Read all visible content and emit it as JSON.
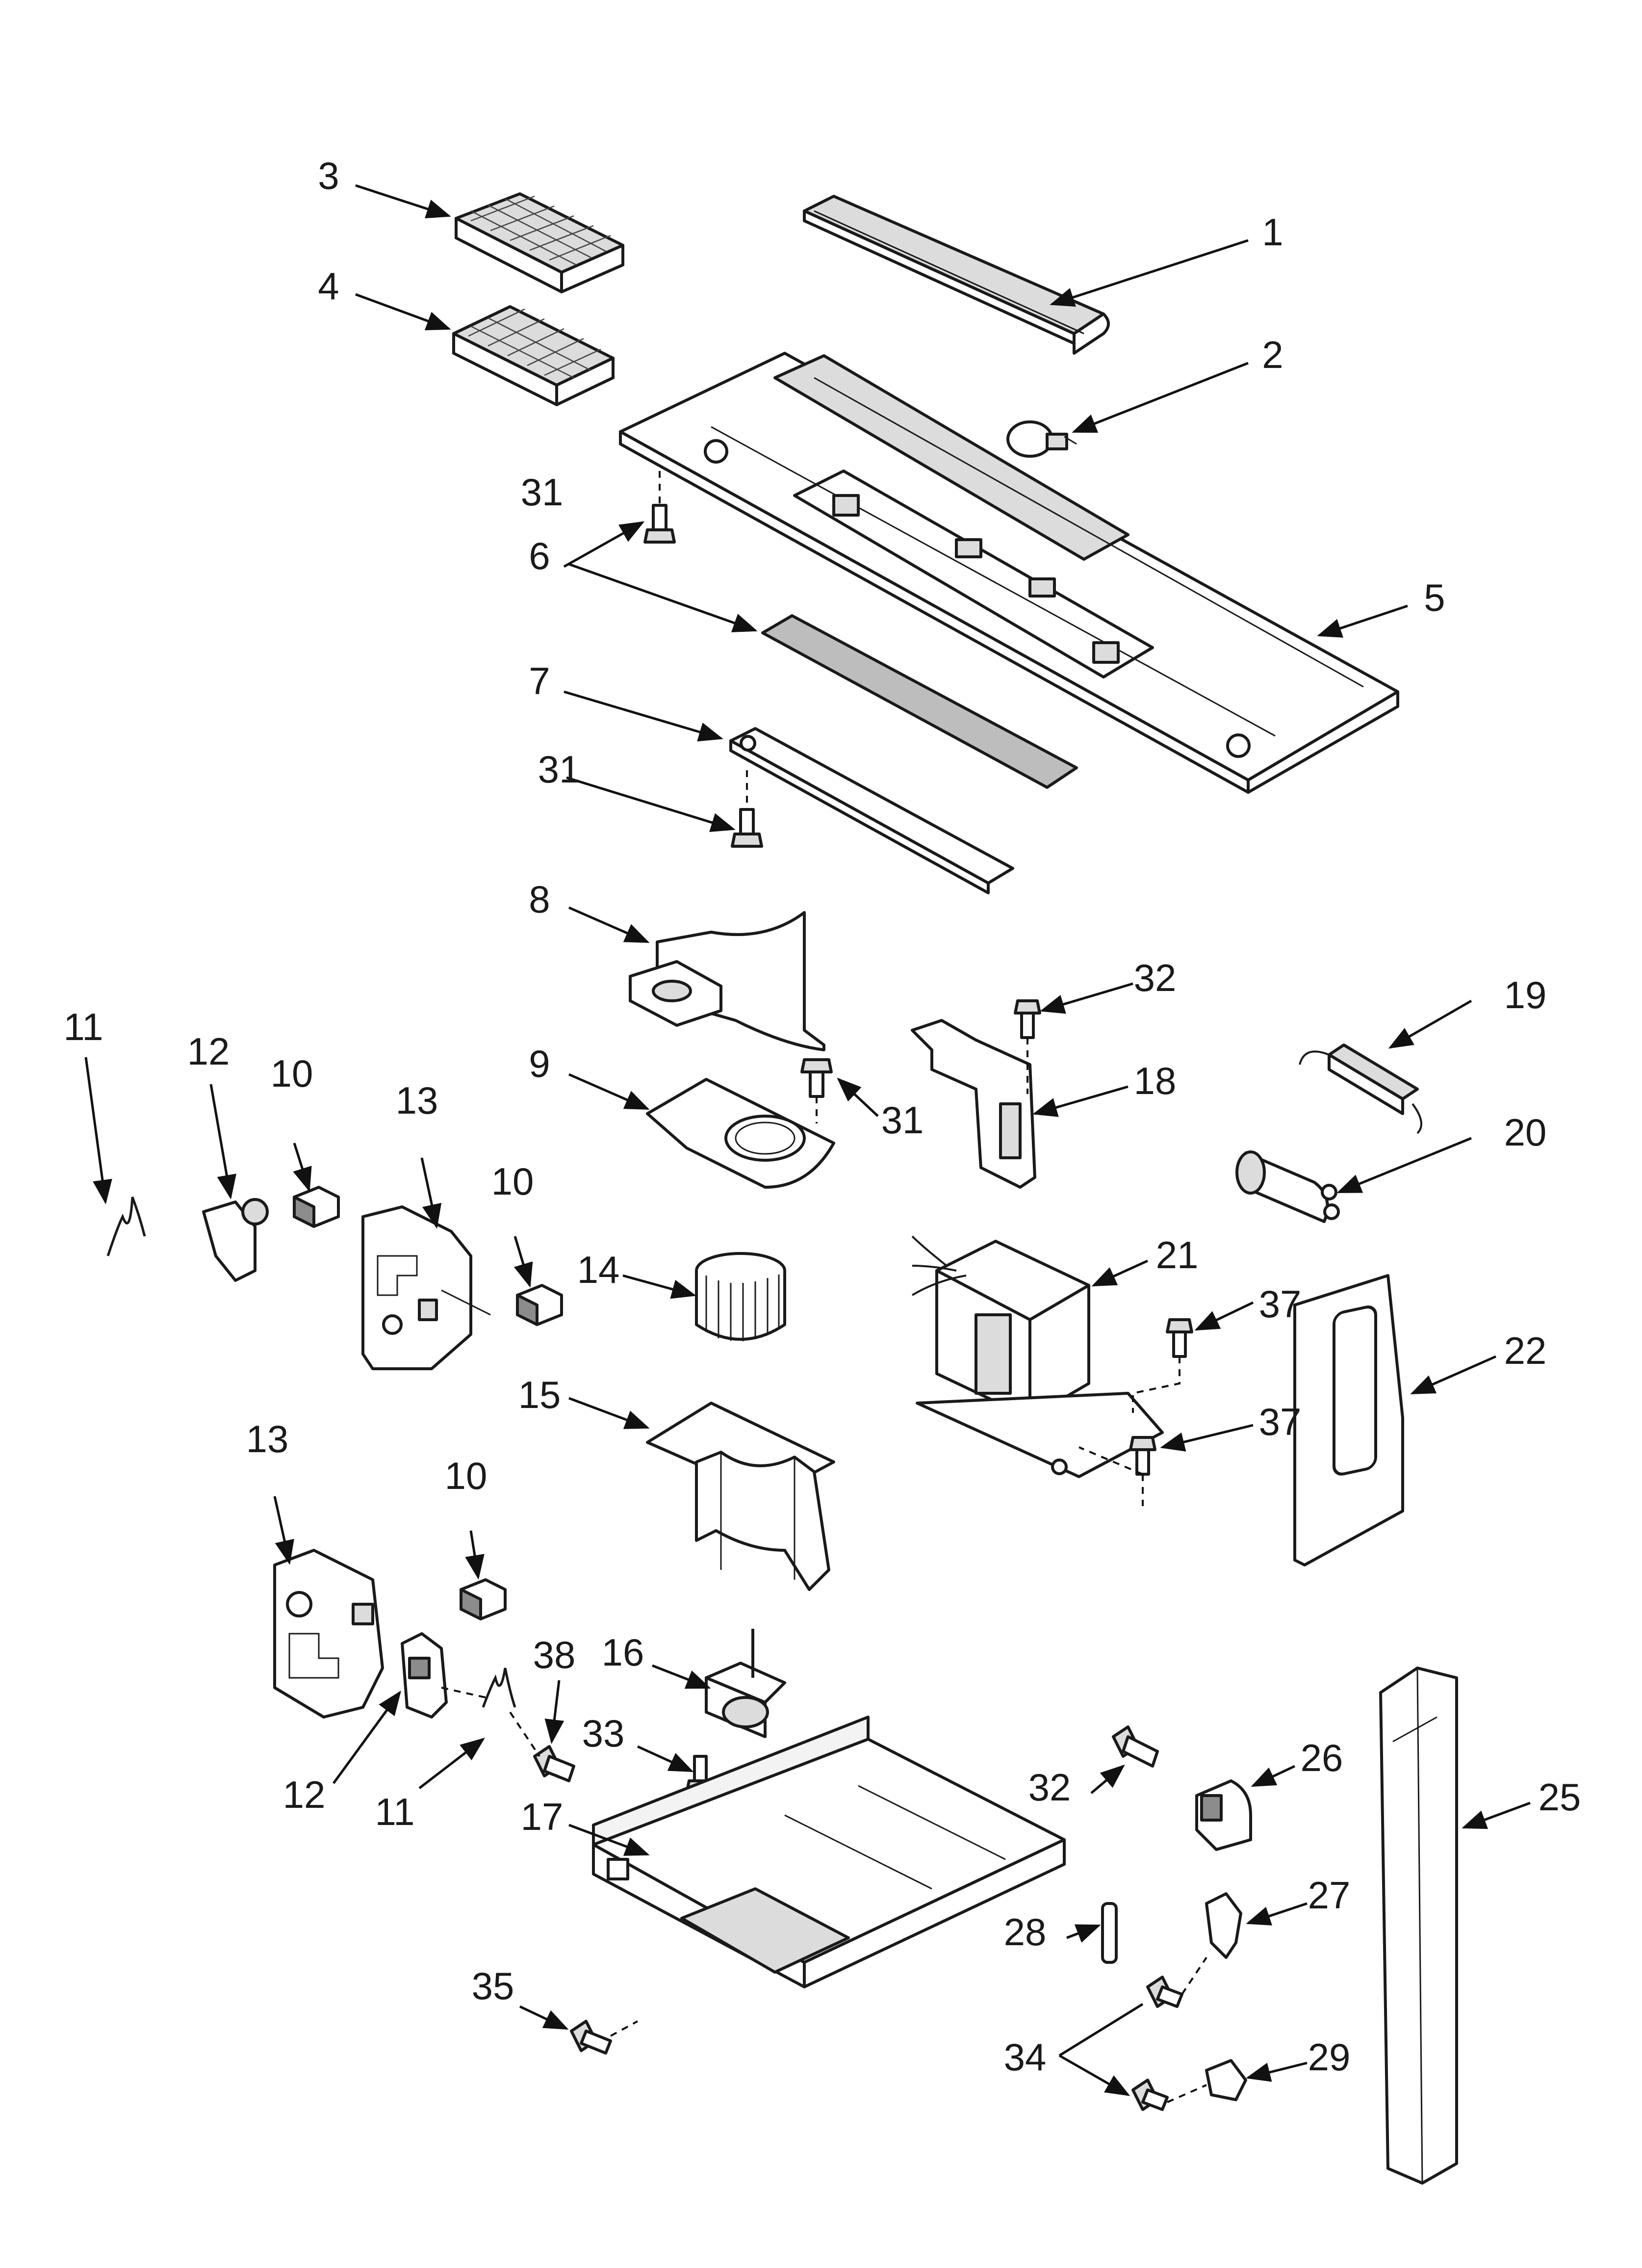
{
  "callouts": [
    {
      "id": "c1",
      "label": "1"
    },
    {
      "id": "c2",
      "label": "2"
    },
    {
      "id": "c3",
      "label": "3"
    },
    {
      "id": "c4",
      "label": "4"
    },
    {
      "id": "c5",
      "label": "5"
    },
    {
      "id": "c6",
      "label": "6"
    },
    {
      "id": "c7",
      "label": "7"
    },
    {
      "id": "c8",
      "label": "8"
    },
    {
      "id": "c9",
      "label": "9"
    },
    {
      "id": "c10a",
      "label": "10"
    },
    {
      "id": "c10b",
      "label": "10"
    },
    {
      "id": "c10c",
      "label": "10"
    },
    {
      "id": "c11a",
      "label": "11"
    },
    {
      "id": "c11b",
      "label": "11"
    },
    {
      "id": "c12a",
      "label": "12"
    },
    {
      "id": "c12b",
      "label": "12"
    },
    {
      "id": "c13a",
      "label": "13"
    },
    {
      "id": "c13b",
      "label": "13"
    },
    {
      "id": "c14",
      "label": "14"
    },
    {
      "id": "c15",
      "label": "15"
    },
    {
      "id": "c16",
      "label": "16"
    },
    {
      "id": "c17",
      "label": "17"
    },
    {
      "id": "c18",
      "label": "18"
    },
    {
      "id": "c19",
      "label": "19"
    },
    {
      "id": "c20",
      "label": "20"
    },
    {
      "id": "c21",
      "label": "21"
    },
    {
      "id": "c22",
      "label": "22"
    },
    {
      "id": "c25",
      "label": "25"
    },
    {
      "id": "c26",
      "label": "26"
    },
    {
      "id": "c27",
      "label": "27"
    },
    {
      "id": "c28",
      "label": "28"
    },
    {
      "id": "c29",
      "label": "29"
    },
    {
      "id": "c31a",
      "label": "31"
    },
    {
      "id": "c31b",
      "label": "31"
    },
    {
      "id": "c31c",
      "label": "31"
    },
    {
      "id": "c32a",
      "label": "32"
    },
    {
      "id": "c32b",
      "label": "32"
    },
    {
      "id": "c33",
      "label": "33"
    },
    {
      "id": "c34",
      "label": "34"
    },
    {
      "id": "c35",
      "label": "35"
    },
    {
      "id": "c37a",
      "label": "37"
    },
    {
      "id": "c37b",
      "label": "37"
    },
    {
      "id": "c38",
      "label": "38"
    }
  ]
}
